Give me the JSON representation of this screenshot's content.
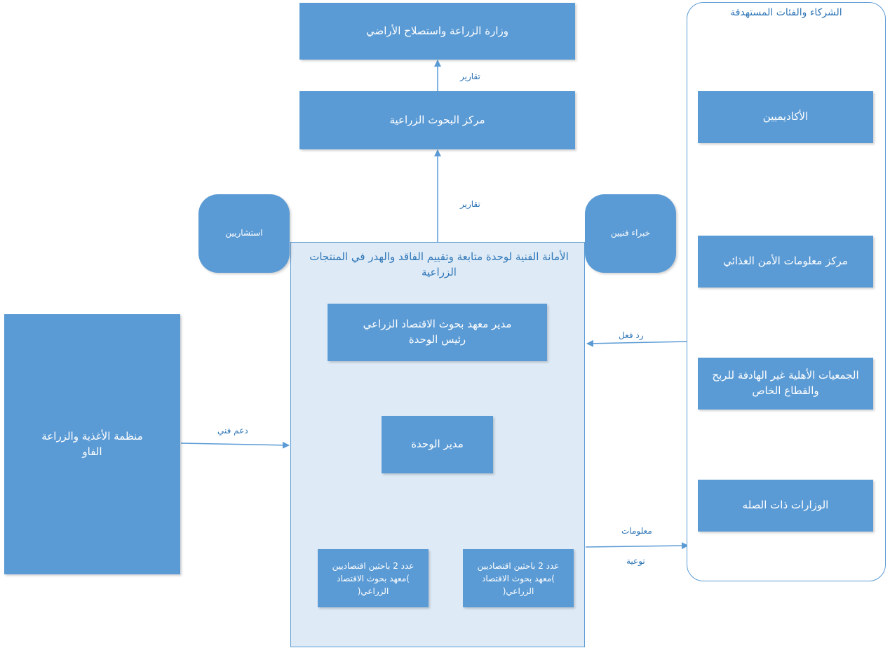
{
  "ministry": "وزارة الزراعة واستصلاح الأراضي",
  "research_center": "مركز البحوث الزراعية",
  "reports_top": "تقارير",
  "reports_mid": "تقارير",
  "consultants": "استشاريين",
  "experts": "خبراء فنيين",
  "secretariat_title": "الأمانة الفنية لوحدة متابعة وتقييم الفاقد والهدر في المنتجات الزراعية",
  "director": {
    "line1": "مدير معهد بحوث الاقتصاد الزراعي",
    "line2": "رئيس الوحدة"
  },
  "unit_manager": "مدير الوحدة",
  "researchers_left": {
    "line1": "عدد 2 باحثين اقتصاديين",
    "line2": ")معهد بحوث الاقتصاد",
    "line3": "الزراعي("
  },
  "researchers_right": {
    "line1": "عدد 2 باحثين اقتصاديين",
    "line2": ")معهد بحوث الاقتصاد",
    "line3": "الزراعي("
  },
  "fao": {
    "line1": "منظمة الأغذية والزراعة",
    "line2": "الفاو"
  },
  "technical_support": "دعم فني",
  "feedback": "رد فعل",
  "info": "معلومات",
  "awareness": "توعية",
  "partners": {
    "title": "الشركاء والفئات المستهدفة",
    "academics": "الأكاديميين",
    "food_security": "مركز معلومات الأمن الغذائي",
    "ngos": {
      "line1": "الجمعيات الأهلية غير الهادفة للربح",
      "line2": "والقطاع الخاص"
    },
    "ministries": "الوزارات ذات الصله"
  },
  "colors": {
    "box": "#5b9bd5",
    "panel": "#deebf7",
    "text_accent": "#2e75b6"
  }
}
